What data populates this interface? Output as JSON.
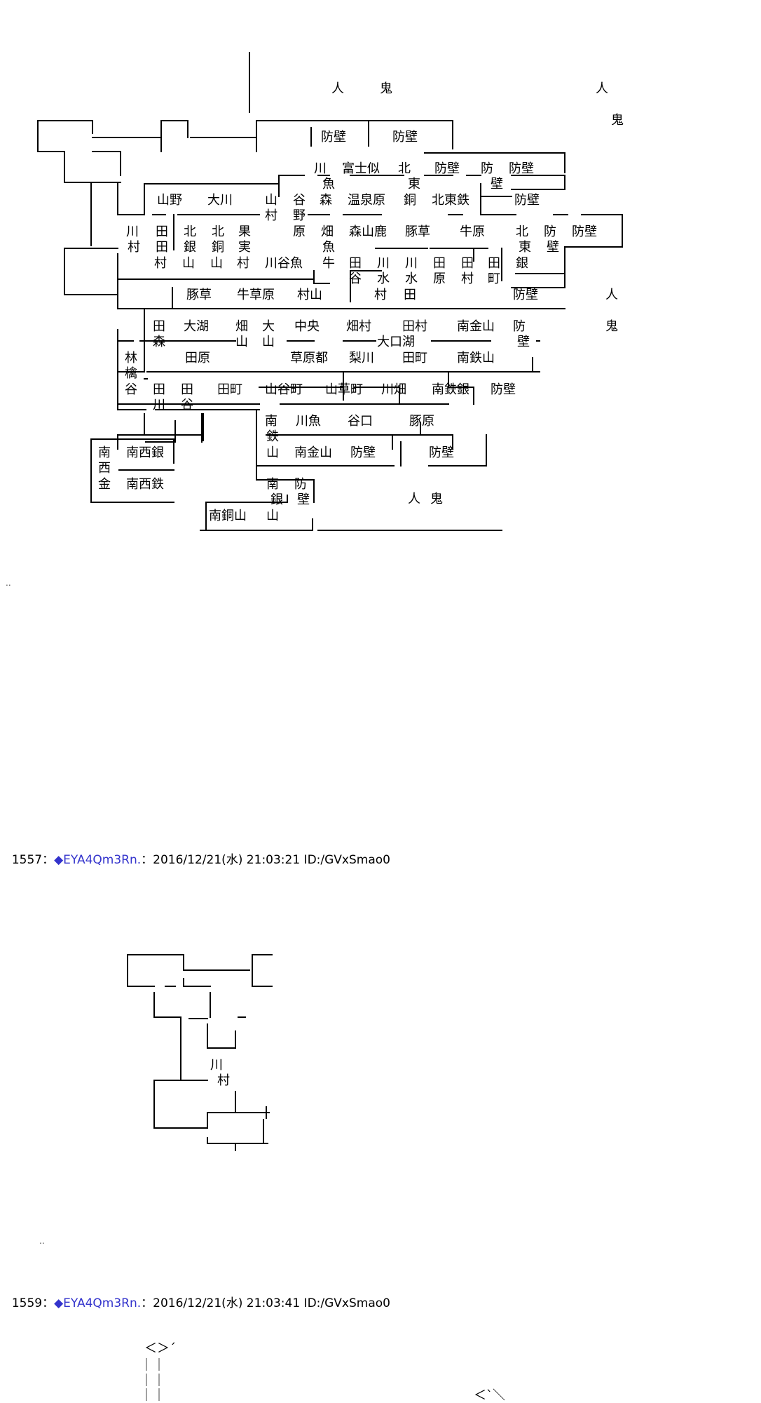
{
  "art1": {
    "people": [
      "人",
      "鬼",
      "人",
      "鬼",
      "人",
      "鬼",
      "人",
      "鬼"
    ],
    "rows": [
      [
        "防壁",
        "防壁"
      ],
      [
        "川",
        "富士似",
        "北",
        "防壁",
        "防",
        "防壁"
      ],
      [
        "魚",
        "東",
        "壁"
      ],
      [
        "山野",
        "大川",
        "山",
        "谷",
        "森",
        "温泉原",
        "銅",
        "北東鉄",
        "防壁"
      ],
      [
        "村",
        "野"
      ],
      [
        "川",
        "田",
        "北",
        "北",
        "果",
        "原",
        "畑",
        "森山鹿",
        "豚草",
        "牛原",
        "北",
        "防",
        "防壁"
      ],
      [
        "村",
        "田",
        "銀",
        "銅",
        "実",
        "魚",
        "東",
        "壁"
      ],
      [
        "村",
        "山",
        "山",
        "村",
        "川谷魚",
        "牛",
        "田",
        "川",
        "川",
        "田",
        "田",
        "田",
        "銀"
      ],
      [
        "谷",
        "水",
        "水",
        "原",
        "村",
        "町"
      ],
      [
        "豚草",
        "牛草原",
        "村山",
        "村",
        "田",
        "防壁"
      ],
      [
        "田",
        "大湖",
        "畑",
        "大",
        "中央",
        "畑村",
        "田村",
        "南金山",
        "防"
      ],
      [
        "森",
        "山",
        "山",
        "大口湖",
        "壁"
      ],
      [
        "林",
        "田原",
        "草原都",
        "梨川",
        "田町",
        "南鉄山"
      ],
      [
        "檎"
      ],
      [
        "谷",
        "田",
        "田",
        "田町",
        "山谷町",
        "山草町",
        "川畑",
        "南鉄銀",
        "防壁"
      ],
      [
        "川",
        "谷"
      ],
      [
        "南",
        "川魚",
        "谷口",
        "豚原"
      ],
      [
        "鉄"
      ],
      [
        "南",
        "南西銀",
        "山",
        "南金山",
        "防壁",
        "防壁"
      ],
      [
        "西"
      ],
      [
        "金",
        "南西鉄",
        "南",
        "防"
      ],
      [
        "銀",
        "壁"
      ],
      [
        "南銅山",
        "山"
      ]
    ]
  },
  "posts": [
    {
      "number": "1557",
      "sep": "：",
      "diamond": "◆",
      "trip": "EYA4Qm3Rn.",
      "rest": "：2016/12/21(水) 21:03:21 ID:/GVxSmao0"
    },
    {
      "number": "1559",
      "sep": "：",
      "diamond": "◆",
      "trip": "EYA4Qm3Rn.",
      "rest": "：2016/12/21(水) 21:03:41 ID:/GVxSmao0"
    }
  ],
  "art2": {
    "labels": [
      "川",
      "村"
    ]
  },
  "art3": {
    "labels": [
      "＜＞´",
      "｜｜",
      "｜｜",
      "｜｜",
      "＜`＼"
    ]
  },
  "dots": [
    "..",
    ".."
  ]
}
